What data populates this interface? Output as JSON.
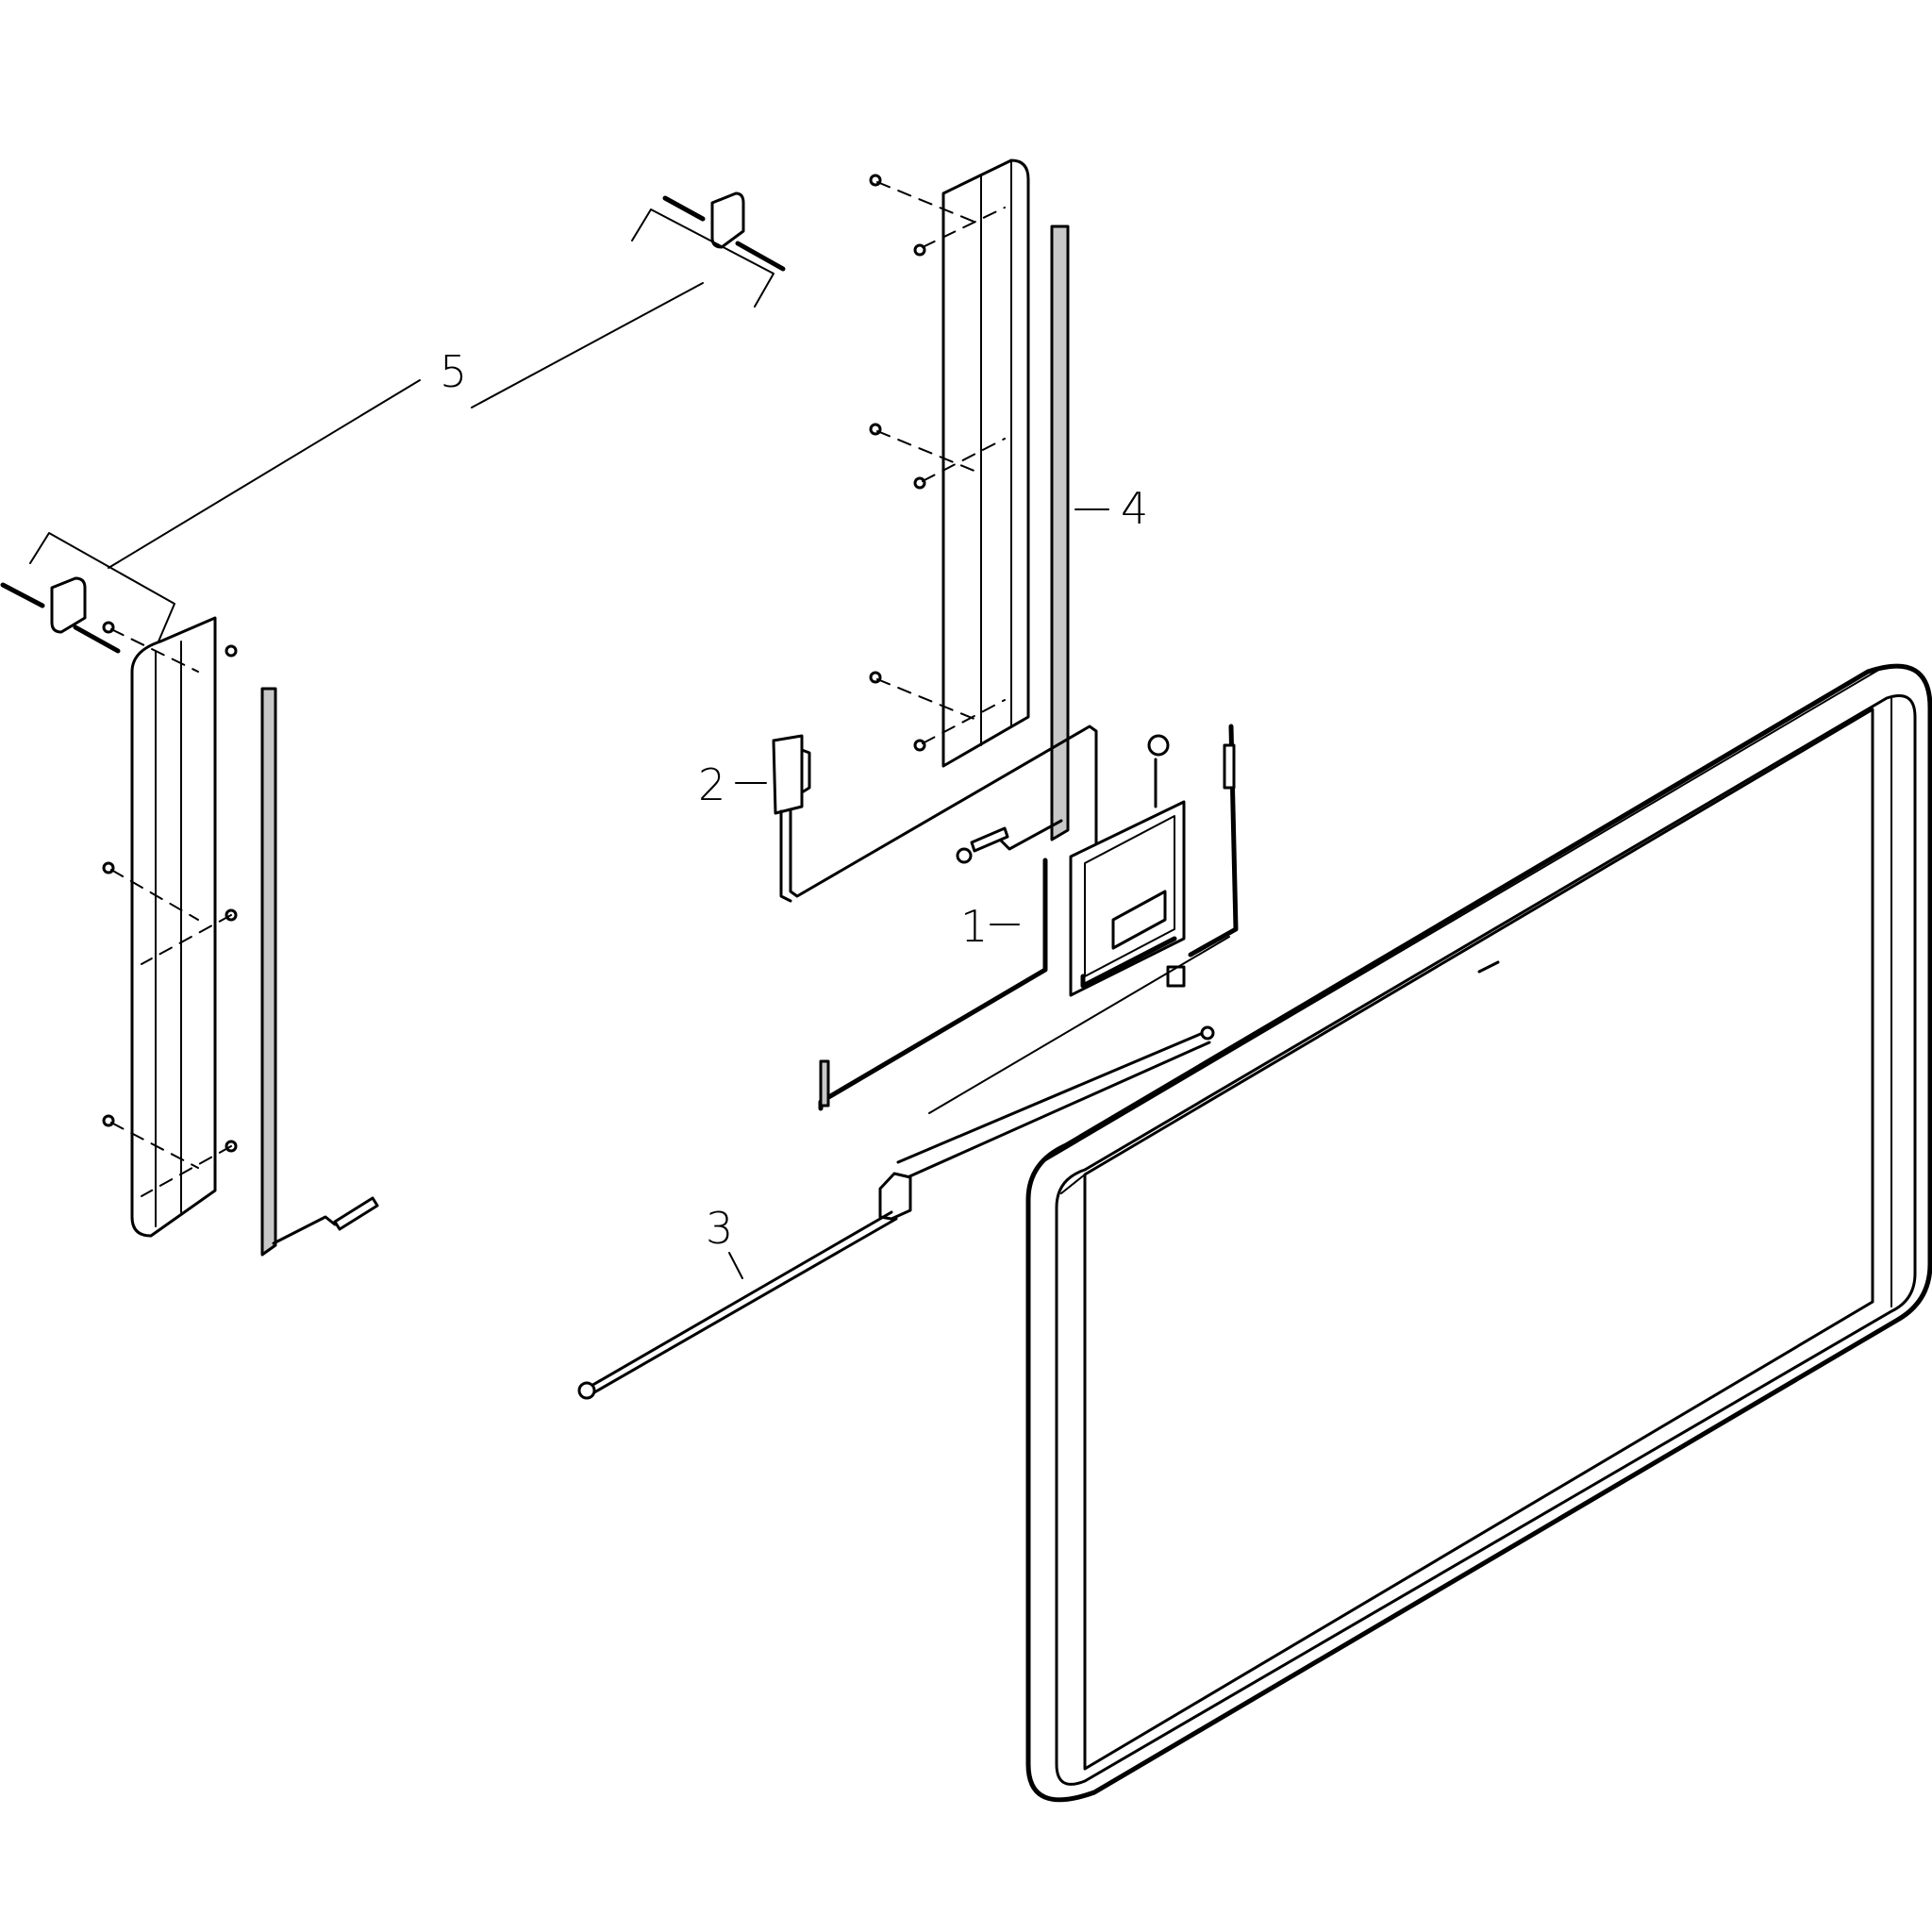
{
  "diagram": {
    "type": "exploded-parts-view",
    "subject": "Illuminated wall mirror assembly",
    "background": "#ffffff",
    "line_color": "#000000",
    "mirror_glass_color": "#ececec"
  },
  "callouts": [
    {
      "id": "1",
      "label": "1",
      "part": "control-unit-with-cables"
    },
    {
      "id": "2",
      "label": "2",
      "part": "sensor-switch"
    },
    {
      "id": "3",
      "label": "3",
      "part": "led-light-strip-with-cable"
    },
    {
      "id": "4",
      "label": "4",
      "part": "side-light-profile-with-strip"
    },
    {
      "id": "5",
      "label": "5",
      "part": "wall-mounting-bracket-set"
    }
  ]
}
